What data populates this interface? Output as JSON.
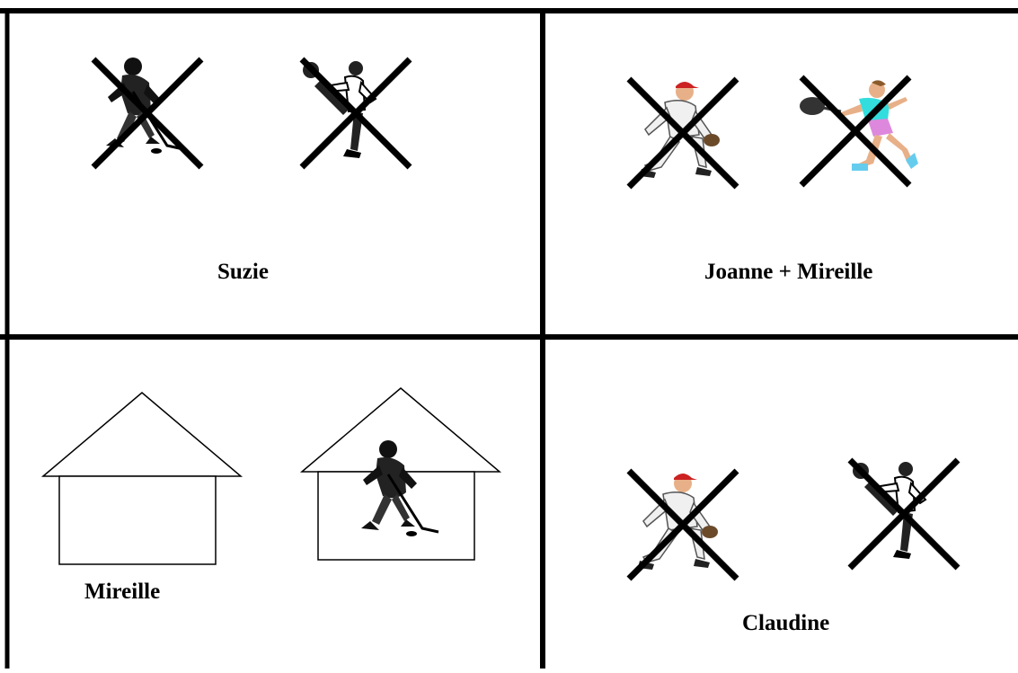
{
  "panels": {
    "top_left": {
      "label": "Suzie",
      "sports": [
        "hockey-player",
        "soccer-player"
      ],
      "crossed_out": [
        true,
        true
      ]
    },
    "top_right": {
      "label": "Joanne + Mireille",
      "sports": [
        "baseball-player",
        "tennis-player"
      ],
      "crossed_out": [
        true,
        true
      ]
    },
    "bottom_left": {
      "label": "Mireille",
      "houses": [
        "empty-house",
        "house-with-hockey-player"
      ]
    },
    "bottom_right": {
      "label": "Claudine",
      "sports": [
        "baseball-player",
        "soccer-player"
      ],
      "crossed_out": [
        true,
        true
      ]
    }
  },
  "colors": {
    "line": "#000000",
    "cap": "#cc2222",
    "shirt": "#33dddd",
    "shorts": "#dd88dd",
    "skin": "#e8b088"
  }
}
